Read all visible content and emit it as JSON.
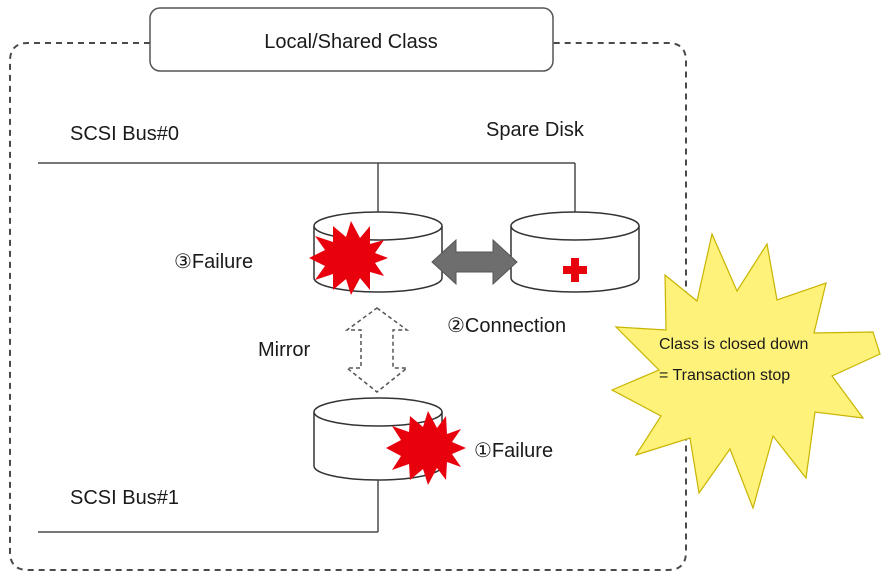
{
  "diagram": {
    "class_title": "Local/Shared Class",
    "bus0_label": "SCSI Bus#0",
    "bus1_label": "SCSI Bus#1",
    "spare_disk_label": "Spare Disk",
    "mirror_label": "Mirror",
    "failure3_label": "③Failure",
    "failure1_label": "①Failure",
    "connection_label": "②Connection",
    "callout": {
      "line1": "Class is closed down",
      "line2": "= Transaction stop"
    }
  },
  "colors": {
    "failure_red": "#e8000d",
    "spare_plus_red": "#e8000d",
    "callout_fill": "#fff27a",
    "callout_stroke": "#c8b400",
    "connection_arrow": "#6e6e6e",
    "line": "#4a4a4a"
  },
  "icons": {
    "failure_burst": "red-starburst",
    "spare_mark": "red-plus",
    "connection": "gray-double-arrow",
    "mirror": "dashed-double-arrow"
  }
}
